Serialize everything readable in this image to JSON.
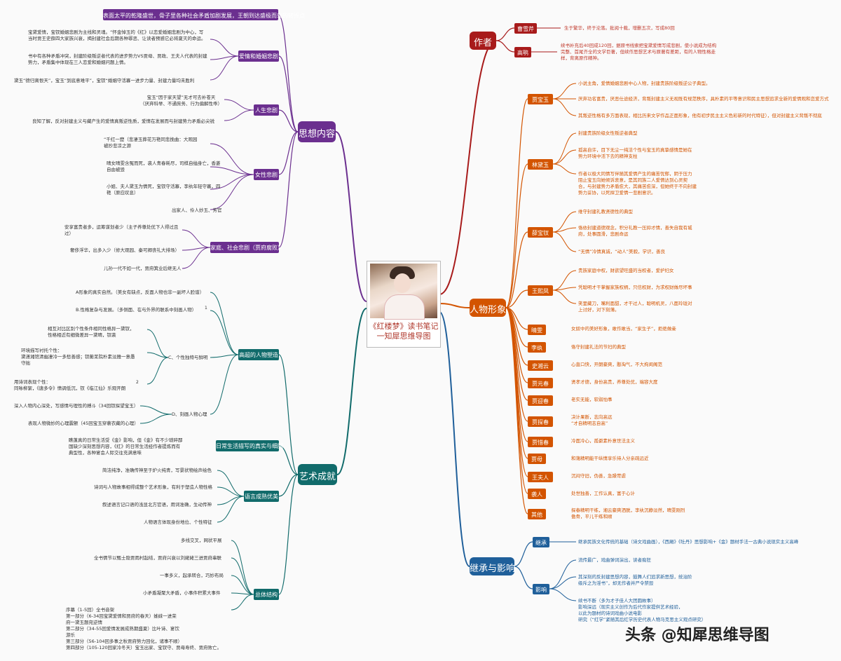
{
  "center": {
    "title_line1": "《红楼梦》读书笔记",
    "title_line2": "一知犀思维导图"
  },
  "colors": {
    "purple": "#6b2f8f",
    "teal": "#116b6b",
    "red": "#a81b1b",
    "orange": "#d35400",
    "blue": "#1f5f9a"
  },
  "branches": {
    "thought": {
      "label": "思想内容",
      "top_note": "表面太平的乾隆盛世，骨子里各种社会矛盾加剧发展，王朝到达盛极而衰的转折点",
      "love": {
        "label": "爱情和婚姻悲剧",
        "items": [
          "宝黛爱情，宝钗婚姻悲剧为主线和灵魂。“怀金悼玉的《红》以恋爱婚姻悲剧为中心，写\n当时贾王史薛四大家族兴衰，揭封建社会后期各种罪恶、让读者预感它必将夏灭的命运。",
          "书中有各种矛盾冲突，封建阶级叛逆者代表的进步势力VS贾母、贾政、王夫人代表的封建\n势力，矛盾集中体现在三人恋爱和婚姻问题上情。",
          "黛玉“德归离恨天”，宝玉“到底意难平”，宝钗“婚姻守活寡一进步力量、封建力量均未胜利"
        ]
      },
      "life": {
        "label": "人生悲剧",
        "items": [
          "宝玉“因于家天望”无才可去补苍天\n（厌弃科举、不通庶务、行为偏解性乖）",
          "良知了解，反对封建主义与藏产生的爱情真叛逆性质，爱情在发展而与封建势力矛盾必尖锐"
        ]
      },
      "women": {
        "label": "女性悲剧",
        "items": [
          "“千红一窟（悲凄玉葬花万艳同悲挽曲：大观园\n被抄悲凉之源",
          "晴女晴雯含冤而死，袭人青春耗尽，司棋自缢身亡，香菱\n自由被毁",
          "小姐、夫人黛玉为情死，宝钗守活寡，李纨年轻守寡，四\n艳（原应叹息）",
          "出家人、伶人妙玉、芳官"
        ]
      },
      "family": {
        "label": "家庭、社会悲剧（贾府腐败）",
        "items": [
          "安享富贵者多，运筹谋划者少（主子养尊处优下人得过且\n过）",
          "奢侈浮华，出多入少（修大观园、秦可卿丧礼大排场）",
          "儿孙一代不如一代，贾府箕业后继无人"
        ]
      }
    },
    "art": {
      "label": "艺术成就",
      "portrait": {
        "label": "高超的人物塑造",
        "items": [
          "A形象的真实自然。（美女有缺点，反面人物也非一副坏人脸谱）",
          "B.性格复杂与发展。（多侧面、在与外界的联系中刻画人物）",
          "相互对比区别个性条件相同性格异一黛钗，\n性格相近有细微差异一黛晴，钗袭",
          "环境描写衬托个性：\n黛潇湘馆清幽凄冷一多愁善感；钗蘅芜院朴素淡雅一意愚\n守拙",
          "用诗词表现个性：\n同咏柳絮，《唐多令》情调低沉，钗《临江仙》乐观开朗",
          "C、个性独特与鲜明",
          "深入人物内心深处，写感情与理性的搏斗（34回钗探望宝玉）",
          "表现人物微妙的心理震颤（45回宝玉穿蓑衣藏的心理）",
          "D、刻画人物心理"
        ],
        "marker1": "1",
        "marker2": "2"
      },
      "daily": {
        "label": "日常生活描写的真实与细腻",
        "text": "瞧蓬真的日常生活受《金》影响，但《金》有不少琐碎鄙\n国缺少深刻思想内容，《红》的日常生活经作者提炼而有\n典型性，各种宴会人际交往充满意味"
      },
      "language": {
        "label": "语言成熟优美",
        "items": [
          "简洁纯净，准确传神至于炉火纯青，写景状物绘声绘色",
          "诗词与人物故事相得成整个艺术形象，有利于塑造人物性格",
          "叙述语言记口语的浅显北方官语，用词准确，生动传神",
          "人物语言体现身份地位、个性特征"
        ]
      },
      "structure": {
        "label": "总体结构",
        "items": [
          "多线交叉，网状平展",
          "全书情节以甄士隐贾雨村起结，贾府兴衰以刘姥姥三进贾府串联",
          "一事多义，起承转合，巧妙布局",
          "小矛盾凝聚大矛盾，小事件积累大事件",
          "序幕（1-5回）全书音架\n第一部分（6-34回宝黛爱情和贾府的春天）姊妹一进荣\n府一黛玉题宛逆情\n第二部分（34-55回爱情发展成熟期盛夏）比叶诗、宴饮\n游乐\n第三部分（56-104回多事之秋贾府势力回化，诸事不顺）\n第四部分（105-120回家冷冬天）宝玉出家、宝钗守、贾母寿终、贾府败亡。"
        ]
      }
    },
    "author": {
      "label": "作者",
      "items": [
        {
          "label": "曹雪芹",
          "text": "生于繁华，终于沦落。批阅十载，增删五次，写成80回"
        },
        {
          "label": "高鹗",
          "text": "续书补充后40回成120回，据原书线索把宝黛爱情写成悲剧，使小说成为结构\n完整、首尾齐全的文学巨著，但续作思想艺术与原著有差距，有的人物性格走\n样，背离原作精神。"
        }
      ]
    },
    "characters": {
      "label": "人物形象",
      "items": [
        {
          "label": "贾宝玉",
          "texts": [
            "小说主角，爱情婚姻悲剧中心人物，封建贵族阶级叛逆公子典型。",
            "厌弃功名富贵，厌恶仕途经济，背叛封建主义无视既有规范秩序，具朴素的平等意识和民主思想追求全新的爱情观和恋爱方式",
            "其叛逆性格有多方面表现，相比历来文学作品正面形象，他有初步民主主义色彩新的时代特征），但对封建主义背叛不彻底"
          ]
        },
        {
          "label": "林黛玉",
          "texts": [
            "封建贵族阶级女性叛逆者典型",
            "孤高自许，目下无尘一纯洁个性与宝玉的真挚感情是她在\n势力环境中活下去的精神支柱",
            "作者以极大同情写伴随其爱情产生的痛苦忧郁，阴于压力\n阻止宝玉向她倾诉衷意，是其同族二人爱情达到心灵契\n合，与封建势力矛盾愈大，其痛苦愈深，但她终于不向封建\n势力妥协，以死捍卫爱情一悲剧意识。"
          ]
        },
        {
          "label": "薛宝钗",
          "texts": [
            "维守封建礼教贤德性的典型",
            "恪依封建道德观念，积分礼教一压抑才情，善失自我有城\n府，处事圆滑，悲剧命运",
            "“无情”冷情真诚，“动人”美貌，学识，善良"
          ]
        },
        {
          "label": "王熙凤",
          "texts": [
            "贵族家庭中权，财欲望旺盛的当权者，爱护妇女",
            "凭聪明才干掌握家族权柄，只信权财，为求权财做尽坏事",
            "笑里藏刀，嘴利面甜，才干过人，聪明机灵，八面玲珑对\n上讨好，对下刻薄。"
          ]
        },
        {
          "label": "晴雯",
          "texts": [
            "女奴中的美好形象，敢作敢当，“家生子”，拒绝做妾"
          ]
        },
        {
          "label": "李纨",
          "texts": [
            "恪守封建礼法的节妇的典型"
          ]
        },
        {
          "label": "史湘云",
          "texts": [
            "心直口快，开朗豪爽，憨淘气，不大拘闺阁范"
          ]
        },
        {
          "label": "贾元春",
          "texts": [
            "贤孝才德，身份高贵，养尊处优，端容大度"
          ]
        },
        {
          "label": "贾迎春",
          "texts": [
            "老实无能，软弱怕事"
          ]
        },
        {
          "label": "贾探春",
          "texts": [
            "决计果断，志向高远\n“才自精明志自高”"
          ]
        },
        {
          "label": "贾惜春",
          "texts": [
            "冷面冷心，孤僻素朴意世法主义"
          ]
        },
        {
          "label": "贾母",
          "texts": [
            "和蔼精明能干纵情享乐待人分亲疏远近"
          ]
        },
        {
          "label": "王夫人",
          "texts": [
            "沉闷守旧，伪善，急躁苛虐"
          ]
        },
        {
          "label": "袭人",
          "texts": [
            "处世独善，工作认真，富于心计"
          ]
        },
        {
          "label": "其他",
          "texts": [
            "探春精明干练，湘云豪爽洒脱，李纨沉静淡然，晴雯刚烈\n傲骨，平儿干练和顺"
          ]
        }
      ]
    },
    "legacy": {
      "label": "继承与影响",
      "inherit": {
        "label": "继承",
        "text": "继承民族文化传统的基础（诗文戏曲画），《西厢》《牡丹》思想影响+《金》题材手法一古典小说现实主义高峰"
      },
      "influence": {
        "label": "影响",
        "items": [
          "流传最广，戏曲弹词演出，读者痴狂",
          "其深刻的反封建思想内容，鼓舞人们追求新思想，统治阶\n级斥之为淫书”，却无作者并严令禁毁",
          "续书不断（多为才子佳人大团圆故事）\n影响深远（现实主义创作为后代作家提供艺术经验，\n以此为题材的诗词戏曲小说电影\n研究（“红学”紧随其后红学历史代表人物马克思主义观点研究）"
        ]
      }
    }
  },
  "watermark": "头条 @知犀思维导图"
}
